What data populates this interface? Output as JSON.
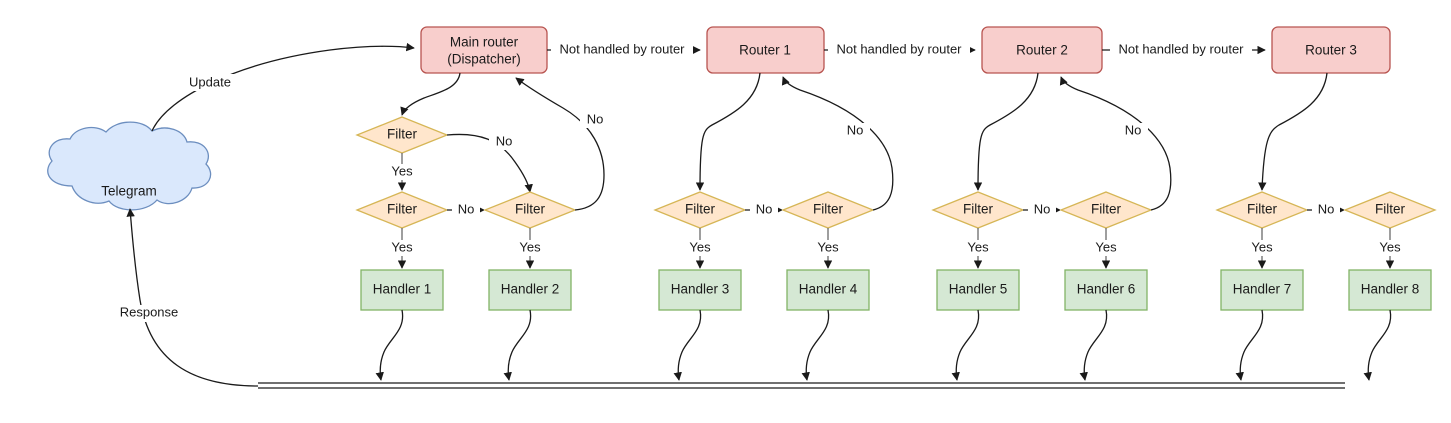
{
  "diagram": {
    "title": "Telegram bot update dispatch flow",
    "colors": {
      "router_fill": "#f8cecc",
      "router_stroke": "#b85450",
      "filter_fill": "#ffe6cc",
      "filter_stroke": "#d6b656",
      "handler_fill": "#d5e8d4",
      "handler_stroke": "#82b366",
      "cloud_fill": "#dae8fc",
      "cloud_stroke": "#6c8ebf",
      "edge_stroke": "#1a1a1a",
      "background": "#ffffff"
    },
    "nodes": {
      "telegram": "Telegram",
      "main_router_line1": "Main router",
      "main_router_line2": "(Dispatcher)",
      "router1": "Router 1",
      "router2": "Router 2",
      "router3": "Router 3",
      "filters": [
        "Filter",
        "Filter",
        "Filter",
        "Filter",
        "Filter",
        "Filter",
        "Filter",
        "Filter"
      ],
      "handlers": [
        "Handler 1",
        "Handler 2",
        "Handler 3",
        "Handler 4",
        "Handler 5",
        "Handler 6",
        "Handler 7",
        "Handler 8"
      ]
    },
    "edge_labels": {
      "update": "Update",
      "response": "Response",
      "not_handled_1": "Not handled by router",
      "not_handled_2": "Not handled by router",
      "not_handled_3": "Not handled by router",
      "yes": "Yes",
      "no": "No"
    },
    "yes_labels": [
      "Yes",
      "Yes",
      "Yes",
      "Yes",
      "Yes",
      "Yes",
      "Yes",
      "Yes",
      "Yes",
      "Yes",
      "Yes",
      "Yes"
    ],
    "no_labels": [
      "No",
      "No",
      "No",
      "No",
      "No",
      "No",
      "No",
      "No",
      "No",
      "No"
    ]
  }
}
